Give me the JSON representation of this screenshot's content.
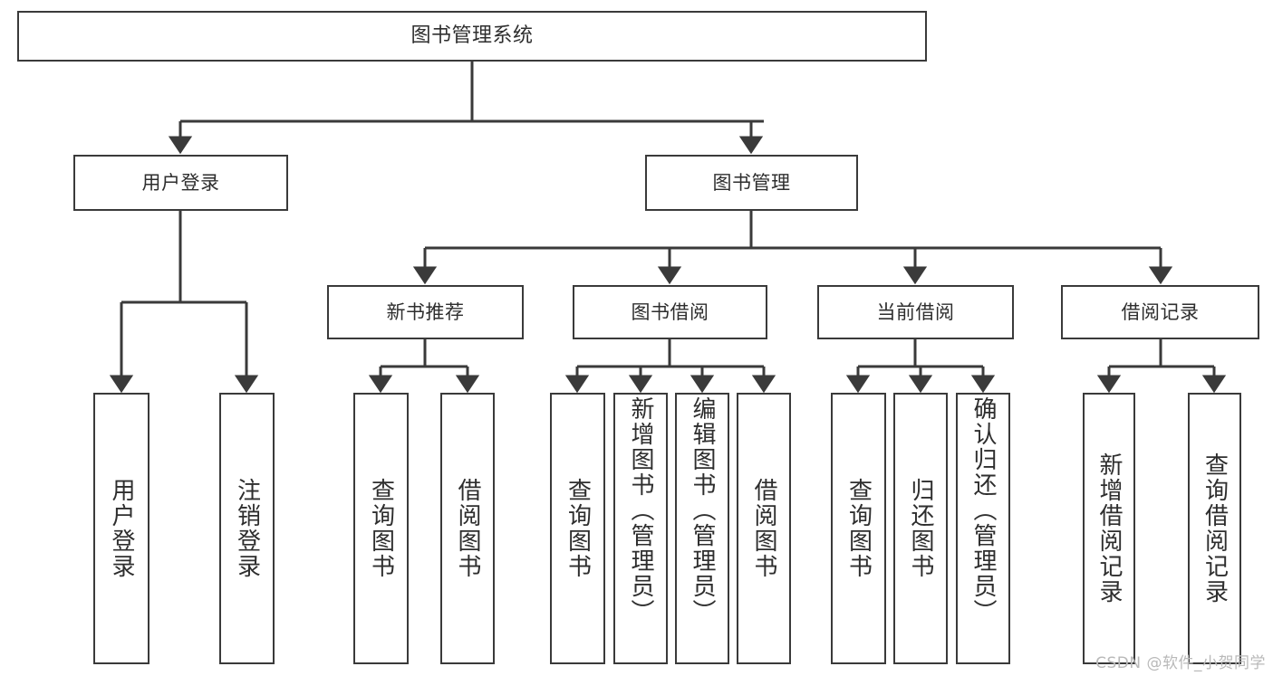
{
  "diagram": {
    "title": "图书管理系统",
    "type": "hierarchy-tree",
    "background_color": "#ffffff",
    "line_color": "#3a3a3a",
    "text_color": "#2e2e2e",
    "root": {
      "label": "图书管理系统"
    },
    "level1": [
      {
        "label": "用户登录"
      },
      {
        "label": "图书管理"
      }
    ],
    "level2": [
      {
        "label": "新书推荐"
      },
      {
        "label": "图书借阅"
      },
      {
        "label": "当前借阅"
      },
      {
        "label": "借阅记录"
      }
    ],
    "leaves": {
      "user_login": [
        {
          "label": "用户登录"
        },
        {
          "label": "注销登录"
        }
      ],
      "new_book_recommend": [
        {
          "label": "查询图书"
        },
        {
          "label": "借阅图书"
        }
      ],
      "book_borrow": [
        {
          "label": "查询图书"
        },
        {
          "label": "新增图书（管理员）"
        },
        {
          "label": "编辑图书（管理员）"
        },
        {
          "label": "借阅图书"
        }
      ],
      "current_borrow": [
        {
          "label": "查询图书"
        },
        {
          "label": "归还图书"
        },
        {
          "label": "确认归还（管理员）"
        }
      ],
      "borrow_record": [
        {
          "label": "新增借阅记录"
        },
        {
          "label": "查询借阅记录"
        }
      ]
    }
  },
  "watermark": {
    "text": "CSDN @软件_小贺同学"
  }
}
